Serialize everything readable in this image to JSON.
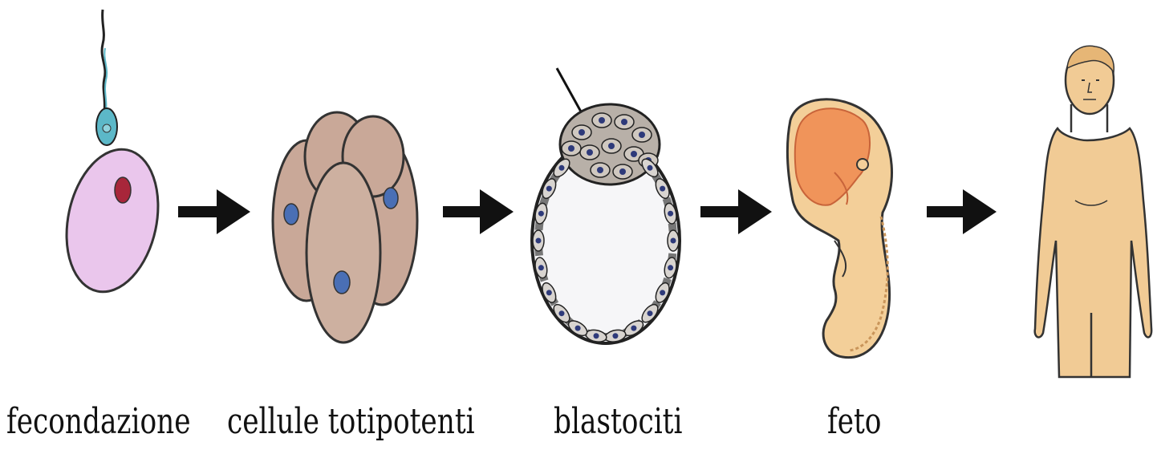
{
  "stages": [
    {
      "label": "fecondazione"
    },
    {
      "label": "cellule totipotenti"
    },
    {
      "label": "blastociti"
    },
    {
      "label": "feto"
    },
    {
      "label": ""
    }
  ],
  "colors": {
    "egg_fill": "#eac6ec",
    "nucleus_red": "#a8263a",
    "sperm_head": "#5cb8c8",
    "cell_fill": "#c9a898",
    "cell_nucleus": "#4a6fb5",
    "blasto_nucleus": "#2e3a7a",
    "fetus_fill": "#f3cf99",
    "fetus_orange": "#f0945a",
    "human_skin": "#f1cb95",
    "arrow": "#111111"
  },
  "icons": [
    "fertilized-egg-icon",
    "totipotent-cells-icon",
    "blastocyst-icon",
    "fetus-icon",
    "human-adult-icon",
    "arrow-right-icon"
  ]
}
